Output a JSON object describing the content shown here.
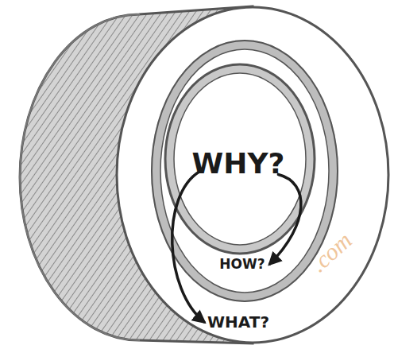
{
  "diagram": {
    "nodes": [
      {
        "text": [
          "WHAT?"
        ]
      },
      {
        "text": [
          "HOW?"
        ],
        "in": 0
      },
      {
        "text": [
          "WHY?"
        ],
        "in": 1
      }
    ],
    "edges": [
      {
        "from": 2,
        "to": 1,
        "arrow": "to"
      },
      {
        "from": 2,
        "to": 0,
        "arrow": "to"
      }
    ],
    "labels": [
      ".com"
    ]
  }
}
